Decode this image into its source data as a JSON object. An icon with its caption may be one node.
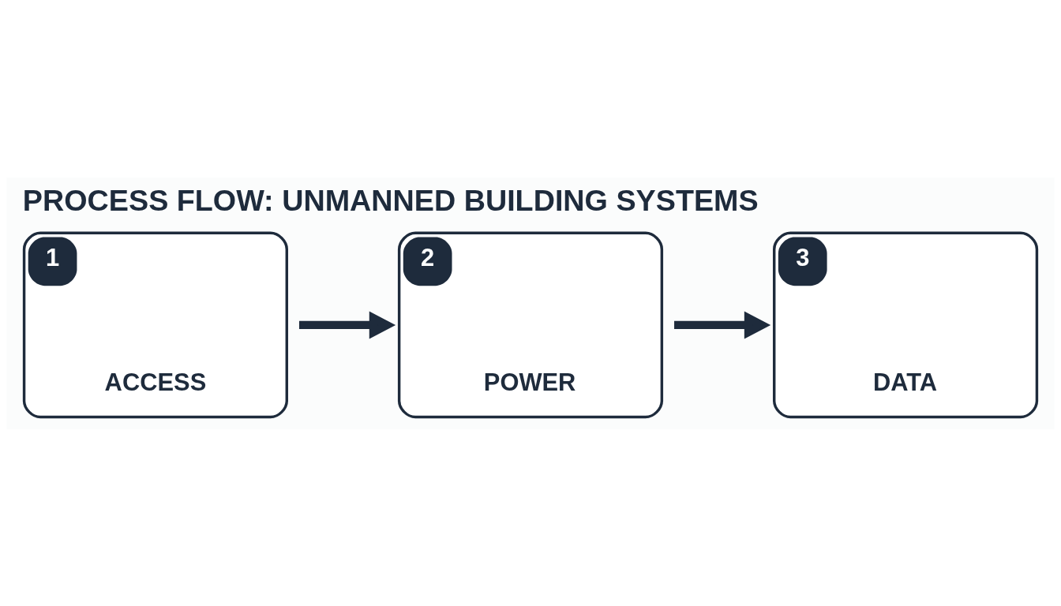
{
  "diagram": {
    "title": "PROCESS FLOW: UNMANNED BUILDING SYSTEMS",
    "nodes": [
      {
        "text": [
          "1",
          "ACCESS"
        ]
      },
      {
        "text": [
          "2",
          "POWER"
        ]
      },
      {
        "text": [
          "3",
          "DATA"
        ]
      }
    ],
    "edges": [
      {
        "from": 0,
        "to": 1,
        "arrow": "to"
      },
      {
        "from": 1,
        "to": 2,
        "arrow": "to"
      }
    ]
  }
}
